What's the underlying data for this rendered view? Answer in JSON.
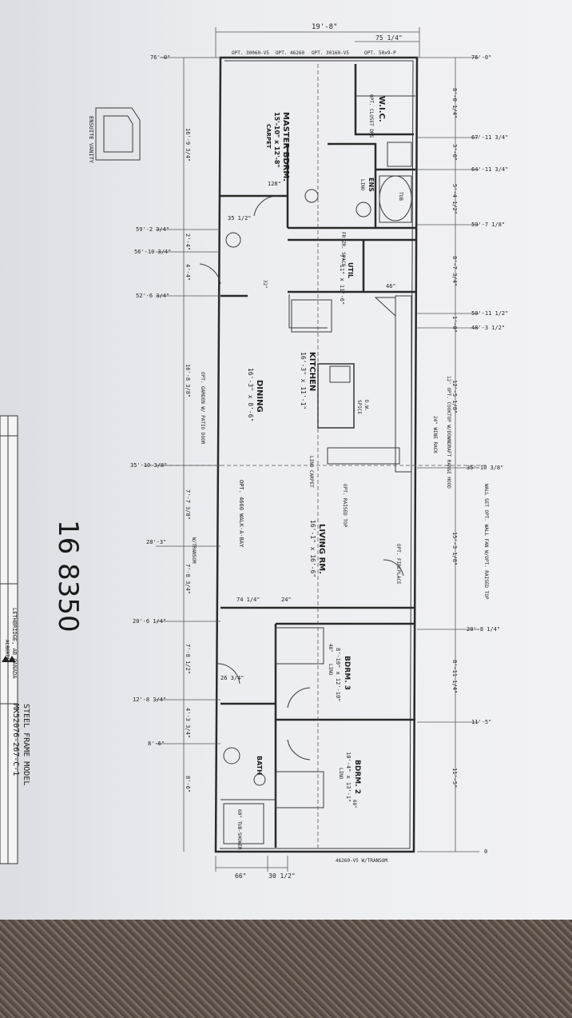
{
  "handwritten": "16 8350",
  "model": "STEEL FRAME MODEL",
  "model_number": "MK52076-267-C-1",
  "overall_width": "19'-8\"",
  "top_dims": [
    "75 1/4\""
  ],
  "top_windows": [
    "OPT. 30060-V5",
    "OPT. 46260",
    "OPT. 30160-V5",
    "OPT. 50x9-P"
  ],
  "rooms": {
    "master": {
      "name": "MASTER BDRM.",
      "size": "15'-10\" x 12'-8\"",
      "floor": "CARPET"
    },
    "wic": {
      "name": "W.I.C.",
      "note": "OPT. CLOSET DRS"
    },
    "ens": {
      "name": "ENS",
      "floor": "LINO"
    },
    "util": {
      "name": "UTIL",
      "size": "7'-11\" x 11'-6\""
    },
    "dining": {
      "name": "DINING",
      "size": "16'-3\" x 8'-6\""
    },
    "kitchen": {
      "name": "KITCHEN",
      "size": "16'-3\" x 11'-1\""
    },
    "living": {
      "name": "LIVING RM.",
      "size": "16'-1\" x 16'-6\""
    },
    "bdrm3": {
      "name": "BDRM. 3",
      "size": "8'-10\" x 12'-10\"",
      "floor": "LINO"
    },
    "bdrm2": {
      "name": "BDRM. 2",
      "size": "10'-4\" x 13'-1\"",
      "floor": "LINO"
    },
    "bath": {
      "name": "BATH"
    }
  },
  "left_dims": [
    "76'-0\"",
    "59'-2 3/4\"",
    "56'-10 3/4\"",
    "52'-6 3/4\"",
    "35'-10 3/8\"",
    "28'-3\"",
    "20'-6 1/4\"",
    "12'-8 3/4\"",
    "8'-6\""
  ],
  "left_segments": [
    "16'-9 3/4\"",
    "2'-4\"",
    "4'-4\"",
    "16'-8 3/8\"",
    "7'-7 3/8\"",
    "7'-8 3/4\"",
    "7'-8 1/2\"",
    "4'-3 3/4\"",
    "8'-6\""
  ],
  "right_dims": [
    "76'-0\"",
    "67'-11 3/4\"",
    "64'-11 3/4\"",
    "59'-7 1/8\"",
    "50'-11 1/2\"",
    "48'-3 1/2\"",
    "35'-10 3/8\"",
    "20'-8 1/4\"",
    "11'-5\"",
    "0"
  ],
  "right_segments": [
    "8'-0 1/4\"",
    "3'-0\"",
    "5'-4 1/2\"",
    "8'-7 3/4\"",
    "1'-0\"",
    "12'-5 1/8\"",
    "15'-3 1/8\"",
    "8'-11 1/4\"",
    "11'-5\""
  ],
  "bottom_dims": [
    "66\"",
    "30 1/2\""
  ],
  "bottom_window": "46260-V5 W/TRANSOM",
  "notes": {
    "vanity": "ENSUITE VANITY",
    "patio": "OPT. GARDEN W/ PATIO DOOR",
    "bay": "OPT. 4660 WALK-A-BAY",
    "kitchen_right": "12' OPT. COOKTOP W/DOWNDRAFT RANGE HOOD",
    "wine": "24\" WINE RACK",
    "wall_note": "WALL SET OPT. WALL FAN W/OPT. RAISED TOP",
    "fireplace": "OPT. FIREPLACE",
    "transom": "W/TRANSOM",
    "lino_carpet": "LINO CARPET",
    "fr_space": "FR'ZR. SPACE",
    "raised_top": "OPT. RAISED TOP",
    "dw": "D.W.",
    "spice": "SPICE",
    "tub": "TUB",
    "shower": "60\" TUB-SHOWER",
    "dims_misc": [
      "128\"",
      "35 1/2\"",
      "46\"",
      "74 1/4\"",
      "24\"",
      "26 3/4\"",
      "48\"",
      "68\"",
      "32\""
    ]
  },
  "title_block": {
    "company": "LETHBRIDGE, AB CANADA",
    "org": "ALBERTA"
  }
}
